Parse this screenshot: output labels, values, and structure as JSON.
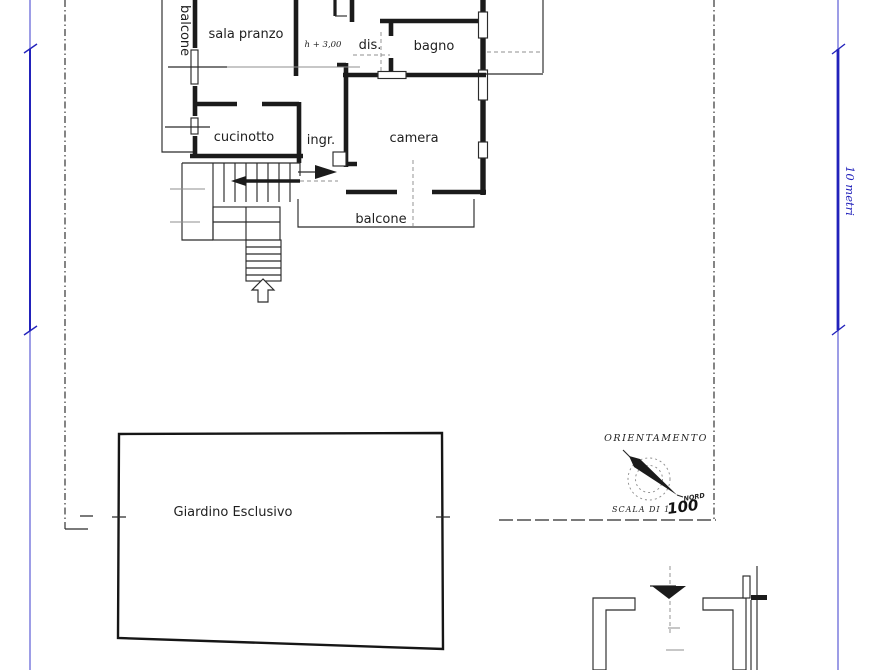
{
  "plan": {
    "labels": {
      "balcone_left": "balcone",
      "sala_pranzo": "sala pranzo",
      "height_note": "h + 3,00",
      "dis": "dis.",
      "bagno": "bagno",
      "cucinotto": "cucinotto",
      "ingr": "ingr.",
      "camera": "camera",
      "balcone_bottom": "balcone",
      "giardino": "Giardino Esclusivo"
    },
    "orientation": {
      "title": "ORIENTAMENTO",
      "north": "NORD",
      "scale_prefix": "SCALA DI 1",
      "scale_value": "100"
    },
    "scale_bar_label": "10 metri"
  },
  "colors": {
    "paper": "#ffffff",
    "wall": "#1b1b1b",
    "dim_blue": "#2222bb",
    "dim_blue_light": "#9d9de6"
  }
}
